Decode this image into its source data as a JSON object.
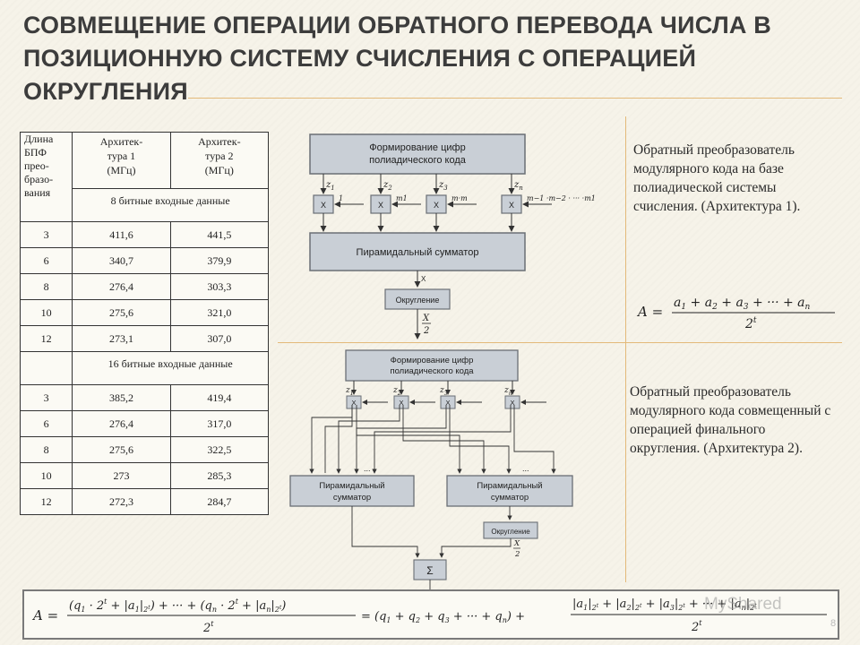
{
  "slide": {
    "title": "Совмещение операции обратного перевода числа в позиционную систему счисления с операцией округления",
    "page_number": "8"
  },
  "table": {
    "headers": {
      "col1": [
        "Длина",
        "БПФ",
        "прео-",
        "бразо-",
        "вания"
      ],
      "col2": [
        "Архитек-",
        "тура 1",
        "(МГц)"
      ],
      "col3": [
        "Архитек-",
        "тура 2",
        "(МГц)"
      ]
    },
    "section_8bit": "8 битные входные данные",
    "rows_8bit": [
      {
        "n": "3",
        "a1": "411,6",
        "a2": "441,5"
      },
      {
        "n": "6",
        "a1": "340,7",
        "a2": "379,9"
      },
      {
        "n": "8",
        "a1": "276,4",
        "a2": "303,3"
      },
      {
        "n": "10",
        "a1": "275,6",
        "a2": "321,0"
      },
      {
        "n": "12",
        "a1": "273,1",
        "a2": "307,0"
      }
    ],
    "section_16bit": "16 битные входные данные",
    "rows_16bit": [
      {
        "n": "3",
        "a1": "385,2",
        "a2": "419,4"
      },
      {
        "n": "6",
        "a1": "276,4",
        "a2": "317,0"
      },
      {
        "n": "8",
        "a1": "275,6",
        "a2": "322,5"
      },
      {
        "n": "10",
        "a1": "273",
        "a2": "285,3"
      },
      {
        "n": "12",
        "a1": "272,3",
        "a2": "284,7"
      }
    ]
  },
  "arch1": {
    "block_form": [
      "Формирование цифр",
      "полиадического кода"
    ],
    "block_sum": "Пирамидальный сумматор",
    "block_round": "Округление",
    "mult_label": "X",
    "x_label": "X",
    "z_labels": [
      "z1",
      "z2",
      "z3",
      "zn"
    ],
    "m_labels": [
      "1",
      "m1",
      "m·m",
      "m−1 ·m−2 · ··· ·m1"
    ],
    "out_label": "X/2",
    "description": "Обратный преобразователь модулярного кода на базе полиадической системы счисления. (Архитектура 1).",
    "formula": "A = (a1 + a2 + a3 + ··· + an) / 2^t"
  },
  "arch2": {
    "block_form": [
      "Формирование цифр",
      "полиадического кода"
    ],
    "block_sum_left": [
      "Пирамидальный",
      "сумматор"
    ],
    "block_sum_right": [
      "Пирамидальный",
      "сумматор"
    ],
    "block_round": "Округление",
    "sigma": "Σ",
    "mult_label": "X",
    "dots": "...",
    "out_label": "X/2",
    "description": "Обратный преобразователь модулярного кода совмещенный с операцией финального округления. (Архитектура 2)."
  },
  "bottom_formula": {
    "lhs": "A =",
    "num1": "(q1 · 2^t + |a1|2^t) + ··· + (qn · 2^t + |an|2^t)",
    "den1": "2^t",
    "mid": "= (q1 + q2 + q3 + ··· + qn) +",
    "num2": "|a1|2^t + |a2|2^t + |a3|2^t + ··· + |an|2^t",
    "den2": "2^t"
  },
  "watermark": "MyShared",
  "colors": {
    "block_fill": "#c9cfd6",
    "block_stroke": "#6a6f75",
    "accent_rule": "#e3b979",
    "text": "#3c3c3c"
  }
}
